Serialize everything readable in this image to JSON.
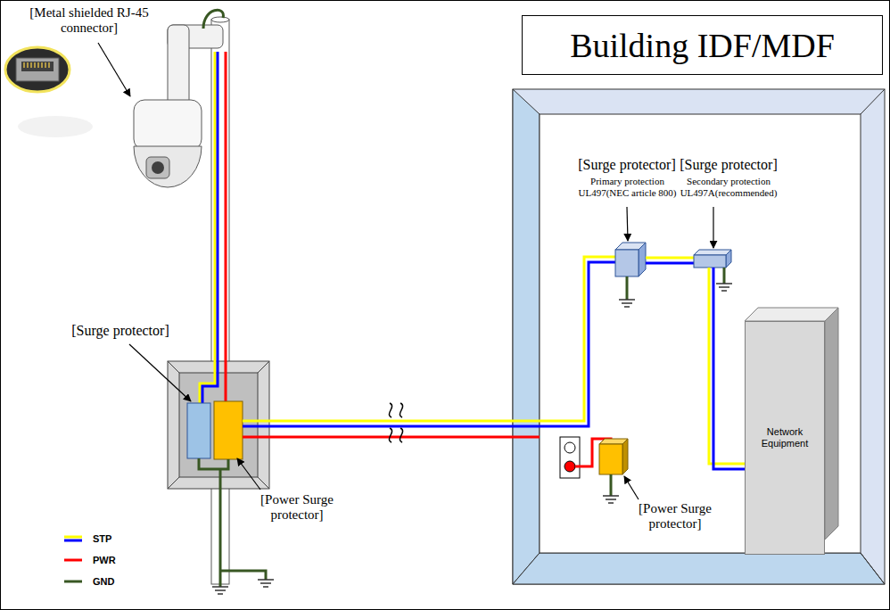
{
  "diagram": {
    "nodes": [
      {
        "text": [
          "Building IDF/MDF"
        ]
      },
      {
        "text": [
          "Network Equipment"
        ],
        "in": 0
      }
    ],
    "labels": [
      "[Metal shielded RJ-45 connector]",
      "[Surge protector]",
      "[Power Surge protector]",
      "[Surge protector]",
      "Primary protection UL497(NEC article 800)",
      "[Surge protector]",
      "Secondary protection UL497A(recommended)",
      "[Power Surge protector]"
    ],
    "legend": [
      {
        "text": "STP"
      },
      {
        "text": "PWR"
      },
      {
        "text": "GND"
      }
    ]
  }
}
